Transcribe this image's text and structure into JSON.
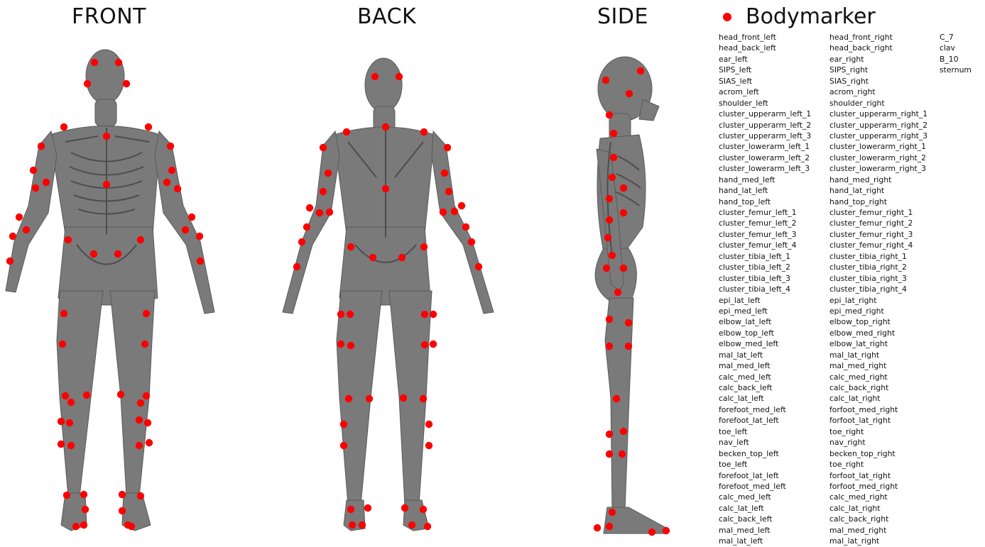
{
  "views": {
    "front": "FRONT",
    "back": "BACK",
    "side": "SIDE"
  },
  "legend": {
    "title": "Bodymarker",
    "marker_color": "#ff0000"
  },
  "colors": {
    "body": "#777777",
    "bone": "#5f5f5f",
    "marker": "#ff0000"
  },
  "marker_list": {
    "left": [
      "head_front_left",
      "head_back_left",
      "ear_left",
      "SIPS_left",
      "SIAS_left",
      "acrom_left",
      "shoulder_left",
      "cluster_upperarm_left_1",
      "cluster_upperarm_left_2",
      "cluster_upperarm_left_3",
      "cluster_lowerarm_left_1",
      "cluster_lowerarm_left_2",
      "cluster_lowerarm_left_3",
      "hand_med_left",
      "hand_lat_left",
      "hand_top_left",
      "cluster_femur_left_1",
      "cluster_femur_left_2",
      "cluster_femur_left_3",
      "cluster_femur_left_4",
      "cluster_tibia_left_1",
      "cluster_tibia_left_2",
      "cluster_tibia_left_3",
      "cluster_tibia_left_4",
      "epi_lat_left",
      "epi_med_left",
      "elbow_lat_left",
      "elbow_top_left",
      "elbow_med_left",
      "mal_lat_left",
      "mal_med_left",
      "calc_med_left",
      "calc_back_left",
      "calc_lat_left",
      "forefoot_med_left",
      "forefoot_lat_left",
      "toe_left",
      "nav_left",
      "becken_top_left",
      "toe_left",
      "forefoot_lat_left",
      "forefoot_med_left",
      "calc_med_left",
      "calc_lat_left",
      "calc_back_left",
      "mal_med_left",
      "mal_lat_left"
    ],
    "right": [
      "head_front_right",
      "head_back_right",
      "ear_right",
      "SIPS_right",
      "SIAS_right",
      "acrom_right",
      "shoulder_right",
      "cluster_upperarm_right_1",
      "cluster_upperarm_right_2",
      "cluster_upperarm_right_3",
      "cluster_lowerarm_right_1",
      "cluster_lowerarm_right_2",
      "cluster_lowerarm_right_3",
      "hand_med_right",
      "hand_lat_right",
      "hand_top_right",
      "cluster_femur_right_1",
      "cluster_femur_right_2",
      "cluster_femur_right_3",
      "cluster_femur_right_4",
      "cluster_tibia_right_1",
      "cluster_tibia_right_2",
      "cluster_tibia_right_3",
      "cluster_tibia_right_4",
      "epi_lat_right",
      "epi_med_right",
      "elbow_top_right",
      "elbow_med_right",
      "elbow_lat_right",
      "mal_lat_right",
      "mal_med_right",
      "calc_med_right",
      "calc_back_right",
      "calc_lat_right",
      "forfoot_med_right",
      "forfoot_lat_right",
      "toe_right",
      "nav_right",
      "becken_top_right",
      "toe_right",
      "forfoot_lat_right",
      "forfoot_med_right",
      "calc_med_right",
      "calc_lat_right",
      "calc_back_right",
      "mal_med_right",
      "mal_lat_right"
    ],
    "center": [
      "C_7",
      "clav",
      "B_10",
      "sternum"
    ]
  }
}
